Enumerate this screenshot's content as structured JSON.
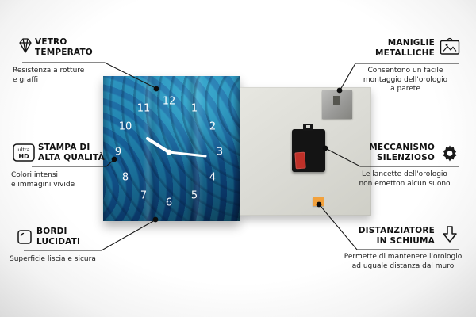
{
  "callouts": {
    "left": [
      {
        "icon": "diamond-icon",
        "title1": "VETRO",
        "title2": "TEMPERATO",
        "desc": "Resistenza a rotture\ne graffi"
      },
      {
        "icon": "ultra-hd-icon",
        "icon_line1": "ultra",
        "icon_line2": "HD",
        "title1": "STAMPA DI",
        "title2": "ALTA QUALITÀ",
        "desc": "Colori intensi\ne immagini vivide"
      },
      {
        "icon": "polished-edge-icon",
        "title1": "BORDI",
        "title2": "LUCIDATI",
        "desc": "Superficie liscia e sicura"
      }
    ],
    "right": [
      {
        "icon": "picture-hanger-icon",
        "title1": "MANIGLIE",
        "title2": "METALLICHE",
        "desc": "Consentono un facile\nmontaggio dell'orologio\na parete"
      },
      {
        "icon": "gear-icon",
        "title1": "MECCANISMO",
        "title2": "SILENZIOSO",
        "desc": "Le lancette dell'orologio\nnon emetton alcun suono"
      },
      {
        "icon": "foam-arrow-icon",
        "title1": "DISTANZIATORE",
        "title2": "IN SCHIUMA",
        "desc": "Permette di mantenere l'orologio\nad uguale distanza dal muro"
      }
    ]
  },
  "clock": {
    "numbers": [
      "12",
      "1",
      "2",
      "3",
      "4",
      "5",
      "6",
      "7",
      "8",
      "9",
      "10",
      "11"
    ]
  },
  "colors": {
    "clock_blue": "#1d6ba6",
    "spacer_orange": "#f2a13c",
    "battery_red": "#bf3028"
  }
}
